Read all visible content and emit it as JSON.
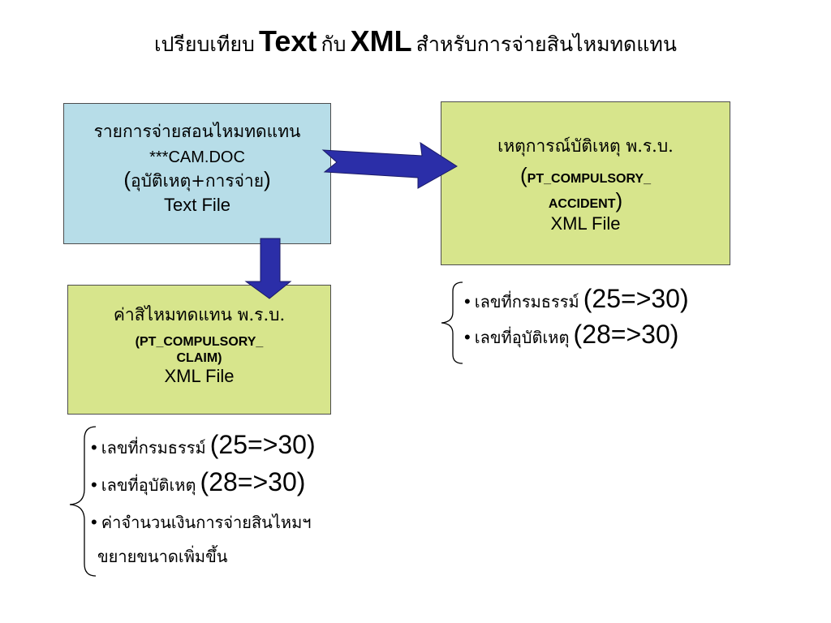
{
  "title": {
    "part1": "เปรียบเทียบ",
    "part2": "Text",
    "part3": "กับ",
    "part4": "XML",
    "part5": "สำหรับการจ่ายสินไหมทดแทน"
  },
  "text_box": {
    "line1": "รายการจ่ายสอนไหมทดแทน",
    "line2": "***CAM.DOC",
    "line3_open": "(",
    "line3_text": "อุบัติเหตุ+การจ่าย",
    "line3_close": ")",
    "line4": "Text File"
  },
  "accident_box": {
    "line1": "เหตุการณ์บัติเหตุ พ.ร.บ.",
    "line2_open": "(",
    "line2_text": "PT_COMPULSORY_",
    "line3_text": "ACCIDENT",
    "line3_close": ")",
    "line4": "XML File"
  },
  "claim_box": {
    "line1": "ค่าสิไหมทดแทน พ.ร.บ.",
    "line2": "(PT_COMPULSORY_",
    "line3": "CLAIM)",
    "line4": "XML File"
  },
  "accident_notes": [
    {
      "bullet": "•",
      "text": "เลขที่กรมธรรม์",
      "num": "(25=>30)"
    },
    {
      "bullet": "•",
      "text": "เลขที่อุบัติเหตุ",
      "num": "(28=>30)"
    }
  ],
  "claim_notes": {
    "item1": {
      "bullet": "•",
      "text": "เลขที่กรมธรรม์",
      "num": "(25=>30)"
    },
    "item2": {
      "bullet": "•",
      "text": "เลขที่อุบัติเหตุ",
      "num": "(28=>30)"
    },
    "item3": {
      "bullet": "•",
      "text": "ค่าจำนวนเงินการจ่ายสินไหมฯ"
    },
    "item3_cont": "ขยายขนาดเพิ่มขึ้น"
  },
  "colors": {
    "text_box_fill": "#b7dde8",
    "xml_box_fill": "#d7e58c",
    "arrow_fill": "#2b2ea8",
    "border": "#4d4d4d"
  }
}
